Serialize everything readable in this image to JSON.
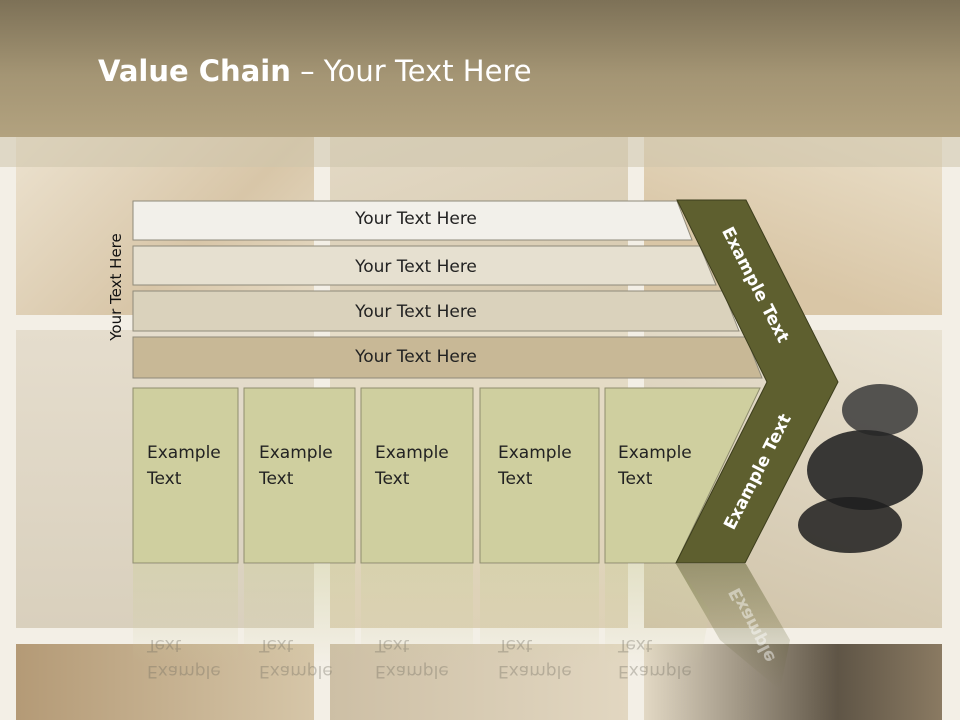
{
  "slide": {
    "title_bold": "Value Chain",
    "title_rest": " – Your Text Here",
    "side_label": "Your Text Here"
  },
  "bars": [
    {
      "label": "Your Text Here",
      "fill": "#f2f0ea"
    },
    {
      "label": "Your Text Here",
      "fill": "#e6e0d0"
    },
    {
      "label": "Your Text Here",
      "fill": "#dad2bc"
    },
    {
      "label": "Your Text Here",
      "fill": "#c8b896"
    }
  ],
  "boxes": [
    {
      "line1": "Example",
      "line2": "Text"
    },
    {
      "line1": "Example",
      "line2": "Text"
    },
    {
      "line1": "Example",
      "line2": "Text"
    },
    {
      "line1": "Example",
      "line2": "Text"
    },
    {
      "line1": "Example",
      "line2": "Text"
    }
  ],
  "chevron": {
    "upper_label": "Example Text",
    "lower_label": "Example Text"
  },
  "reflection_word": "Example",
  "colors": {
    "header": "#a49574",
    "box_fill": "#cfcf9f",
    "chevron_fill": "#5e5f2f"
  }
}
